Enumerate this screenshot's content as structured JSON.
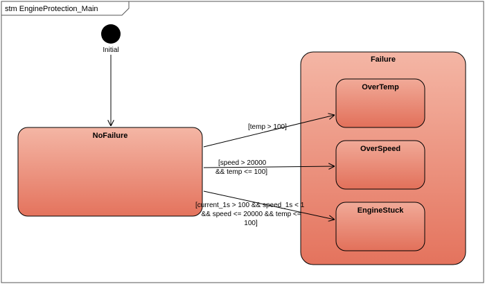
{
  "frame": {
    "label": "stm EngineProtection_Main"
  },
  "initial": {
    "label": "Initial"
  },
  "states": {
    "no_failure": {
      "name": "NoFailure"
    },
    "failure": {
      "name": "Failure"
    },
    "over_temp": {
      "name": "OverTemp"
    },
    "over_speed": {
      "name": "OverSpeed"
    },
    "engine_stuck": {
      "name": "EngineStuck"
    }
  },
  "transitions": {
    "temp_guard": {
      "lines": [
        "[temp > 100]"
      ]
    },
    "speed_guard": {
      "lines": [
        "[speed > 20000",
        "&& temp <= 100]"
      ]
    },
    "stuck_guard": {
      "lines": [
        "[current_1s > 100 && speed_1s < 1",
        "&& speed <= 20000 && temp <=",
        "100]"
      ]
    }
  },
  "colors": {
    "state_fill_top": "#f4b6a5",
    "state_fill_bottom": "#e4735d",
    "stroke": "#000000"
  }
}
